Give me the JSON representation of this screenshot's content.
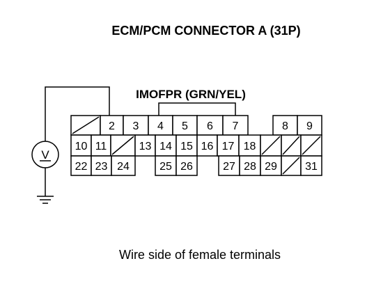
{
  "title": "ECM/PCM CONNECTOR A (31P)",
  "wire_label": "IMOFPR (GRN/YEL)",
  "caption": "Wire side of female terminals",
  "meter_symbol": "V",
  "rows": [
    [
      "/",
      "2",
      "3",
      "4",
      "5",
      "6",
      "7",
      "",
      "8",
      "9"
    ],
    [
      "10",
      "11",
      "/",
      "13",
      "14",
      "15",
      "16",
      "17",
      "18",
      "/",
      "/",
      "/"
    ],
    [
      "22",
      "23",
      "24",
      "",
      "25",
      "26",
      "",
      "27",
      "28",
      "29",
      "/",
      "31"
    ]
  ]
}
